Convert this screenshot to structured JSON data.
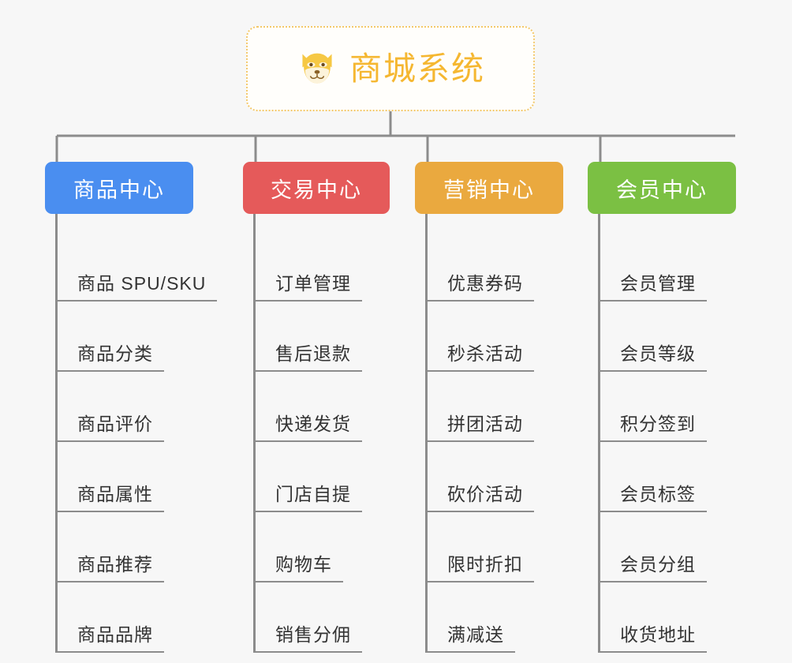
{
  "canvas": {
    "background": "#f7f7f7",
    "connector_color": "#8c8c8c"
  },
  "root": {
    "title": "商城系统",
    "icon": "shiba-dog-icon",
    "text_color": "#f5b731",
    "border_color": "#f3c86a",
    "background": "#fffefb"
  },
  "columns": [
    {
      "header": "商品中心",
      "color": "#4a8ef0",
      "items": [
        "商品 SPU/SKU",
        "商品分类",
        "商品评价",
        "商品属性",
        "商品推荐",
        "商品品牌"
      ]
    },
    {
      "header": "交易中心",
      "color": "#e55a5a",
      "items": [
        "订单管理",
        "售后退款",
        "快递发货",
        "门店自提",
        "购物车",
        "销售分佣"
      ]
    },
    {
      "header": "营销中心",
      "color": "#eaa93f",
      "items": [
        "优惠券码",
        "秒杀活动",
        "拼团活动",
        "砍价活动",
        "限时折扣",
        "满减送"
      ]
    },
    {
      "header": "会员中心",
      "color": "#7bc043",
      "items": [
        "会员管理",
        "会员等级",
        "积分签到",
        "会员标签",
        "会员分组",
        "收货地址"
      ]
    }
  ]
}
